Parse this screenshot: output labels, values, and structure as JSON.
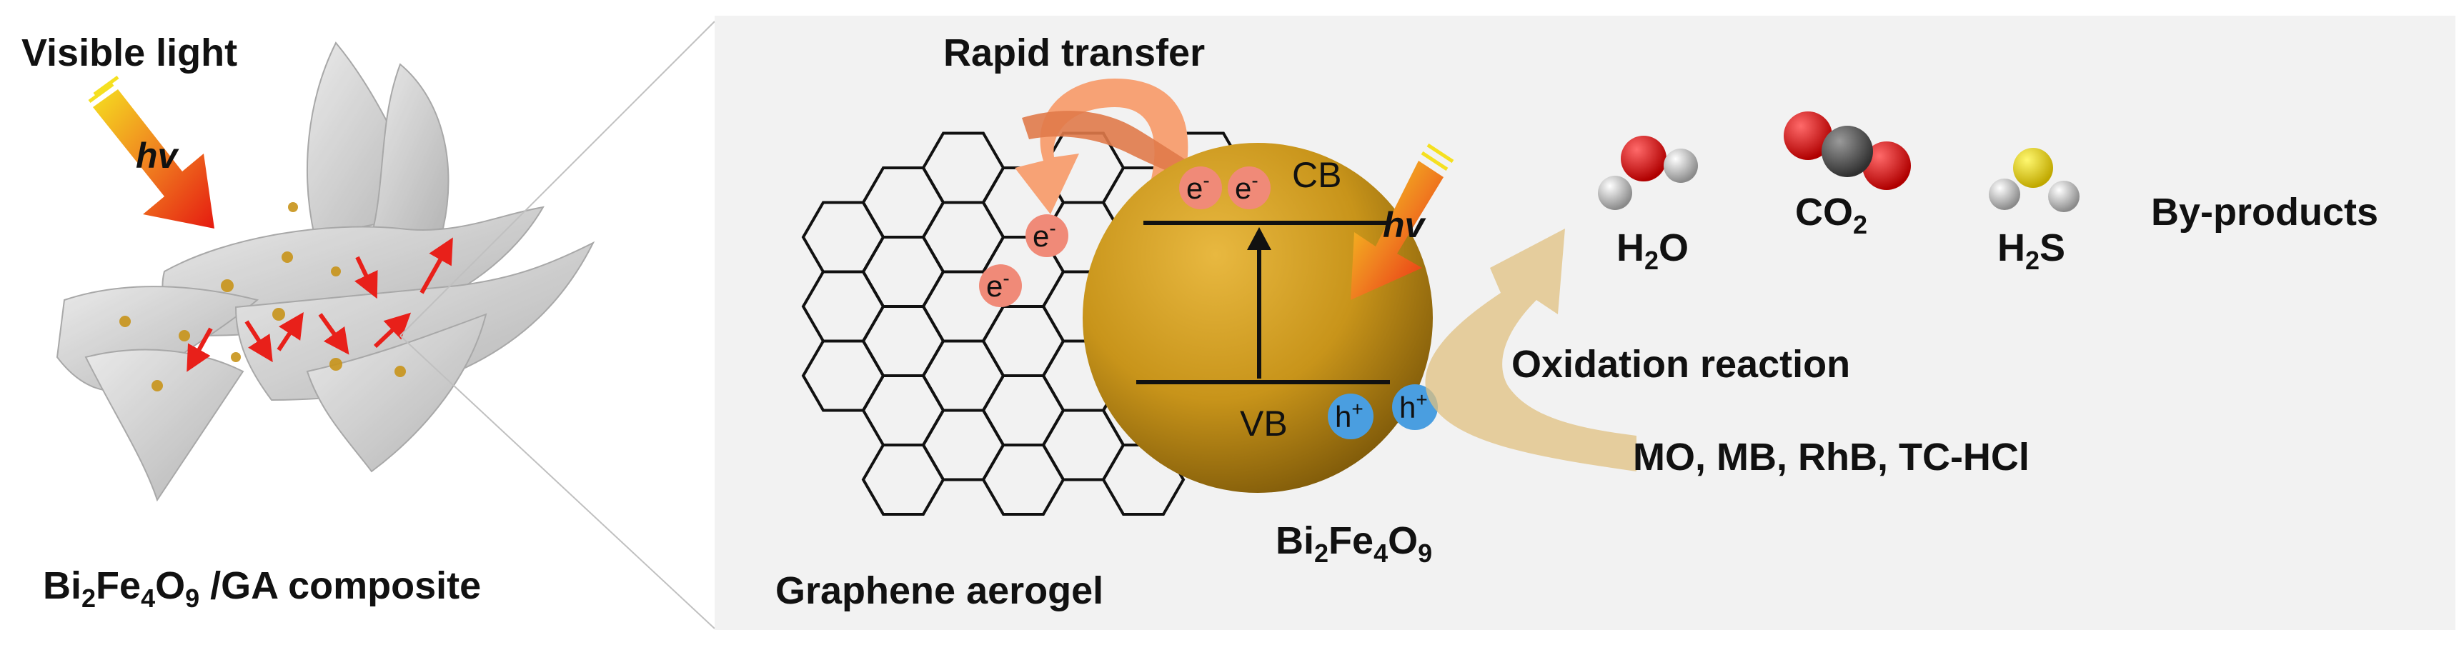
{
  "left_panel": {
    "light_label": "Visible light",
    "hv_label": "hv",
    "composite_label": {
      "a": "Bi",
      "a_sub": "2",
      "b": "Fe",
      "b_sub": "4",
      "c": "O",
      "c_sub": "9",
      "rest": " /GA composite"
    }
  },
  "right_panel": {
    "rapid_transfer": "Rapid transfer",
    "graphene_label": "Graphene aerogel",
    "particle_label": {
      "a": "Bi",
      "a_sub": "2",
      "b": "Fe",
      "b_sub": "4",
      "c": "O",
      "c_sub": "9"
    },
    "cb_label": "CB",
    "vb_label": "VB",
    "hv_label": "hv",
    "electron": {
      "base": "e",
      "sup": "-"
    },
    "hole": {
      "base": "h",
      "sup": "+"
    },
    "oxidation_label": "Oxidation reaction",
    "pollutants": "MO, MB, RhB, TC-HCl",
    "byproducts_label": "By-products",
    "molecules": {
      "water": {
        "base": "H",
        "sub": "2",
        "rest": "O"
      },
      "co2": {
        "base": "CO",
        "sub": "2"
      },
      "h2s": {
        "base": "H",
        "sub": "2",
        "rest": "S"
      }
    }
  },
  "colors": {
    "particle_gold": "#c8941a",
    "electron_pink": "#f08a78",
    "hole_blue": "#4a9ee0",
    "arrow_red": "#e8201a",
    "arrow_orange": "#f4a070",
    "arrow_tan": "#e0c080"
  }
}
